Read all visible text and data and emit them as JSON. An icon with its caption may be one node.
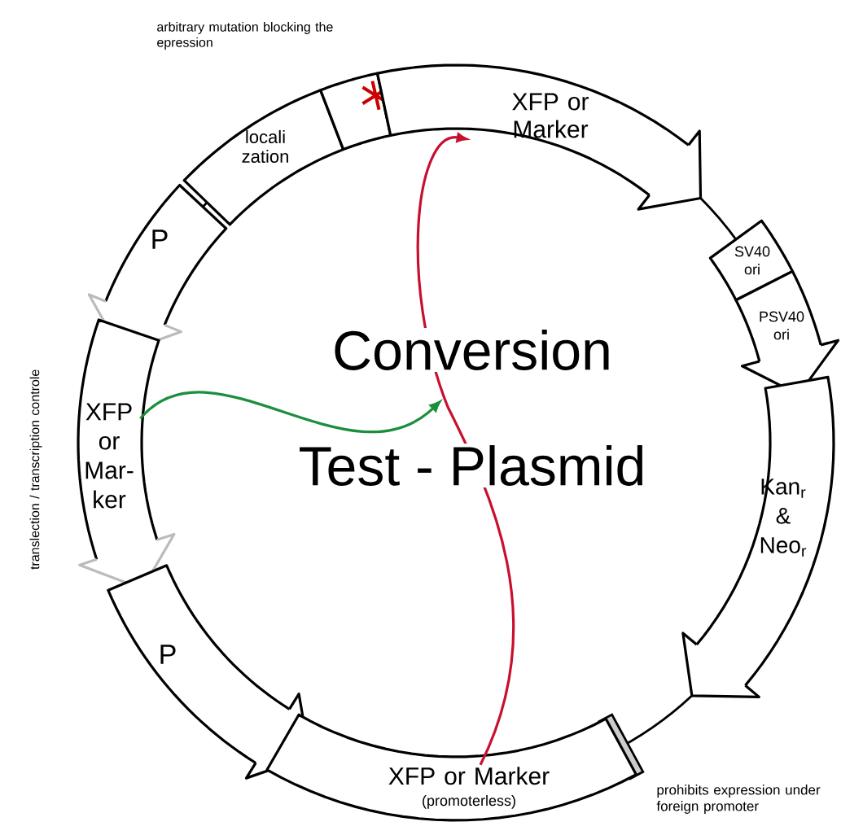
{
  "diagram": {
    "nodes": [
      {
        "text": [
          "locali zation"
        ]
      },
      {
        "text": [],
        "shape": "box",
        "beside": [
          "arbitrary mutation blocking the epression"
        ]
      },
      {
        "text": [
          "XFP or Marker"
        ]
      },
      {
        "text": [
          "P"
        ]
      },
      {
        "text": [
          "SV40 ori"
        ]
      },
      {
        "text": [
          "PSV40 ori"
        ]
      },
      {
        "text": [
          "XFP or Mar- ker"
        ],
        "beside": [
          "translection / transcription controle"
        ]
      },
      {
        "text": [
          "Kan$_{r}$ & Neo$_{r}$"
        ]
      },
      {
        "text": [
          "P"
        ]
      },
      {
        "text": [],
        "shape": "box",
        "beside": [
          "prohibits expression under foreign promoter"
        ]
      },
      {
        "text": [
          "XFP or Marker",
          "(promoterless)"
        ]
      }
    ],
    "edges": [
      {
        "from": 10,
        "to": 2,
        "arrow": "to",
        "color": "#c8102e"
      },
      {
        "from": 6,
        "to": null,
        "arrow": "to",
        "color": "#1a8f3c"
      }
    ],
    "labels": [
      "Conversion",
      "Test - Plasmid"
    ]
  }
}
